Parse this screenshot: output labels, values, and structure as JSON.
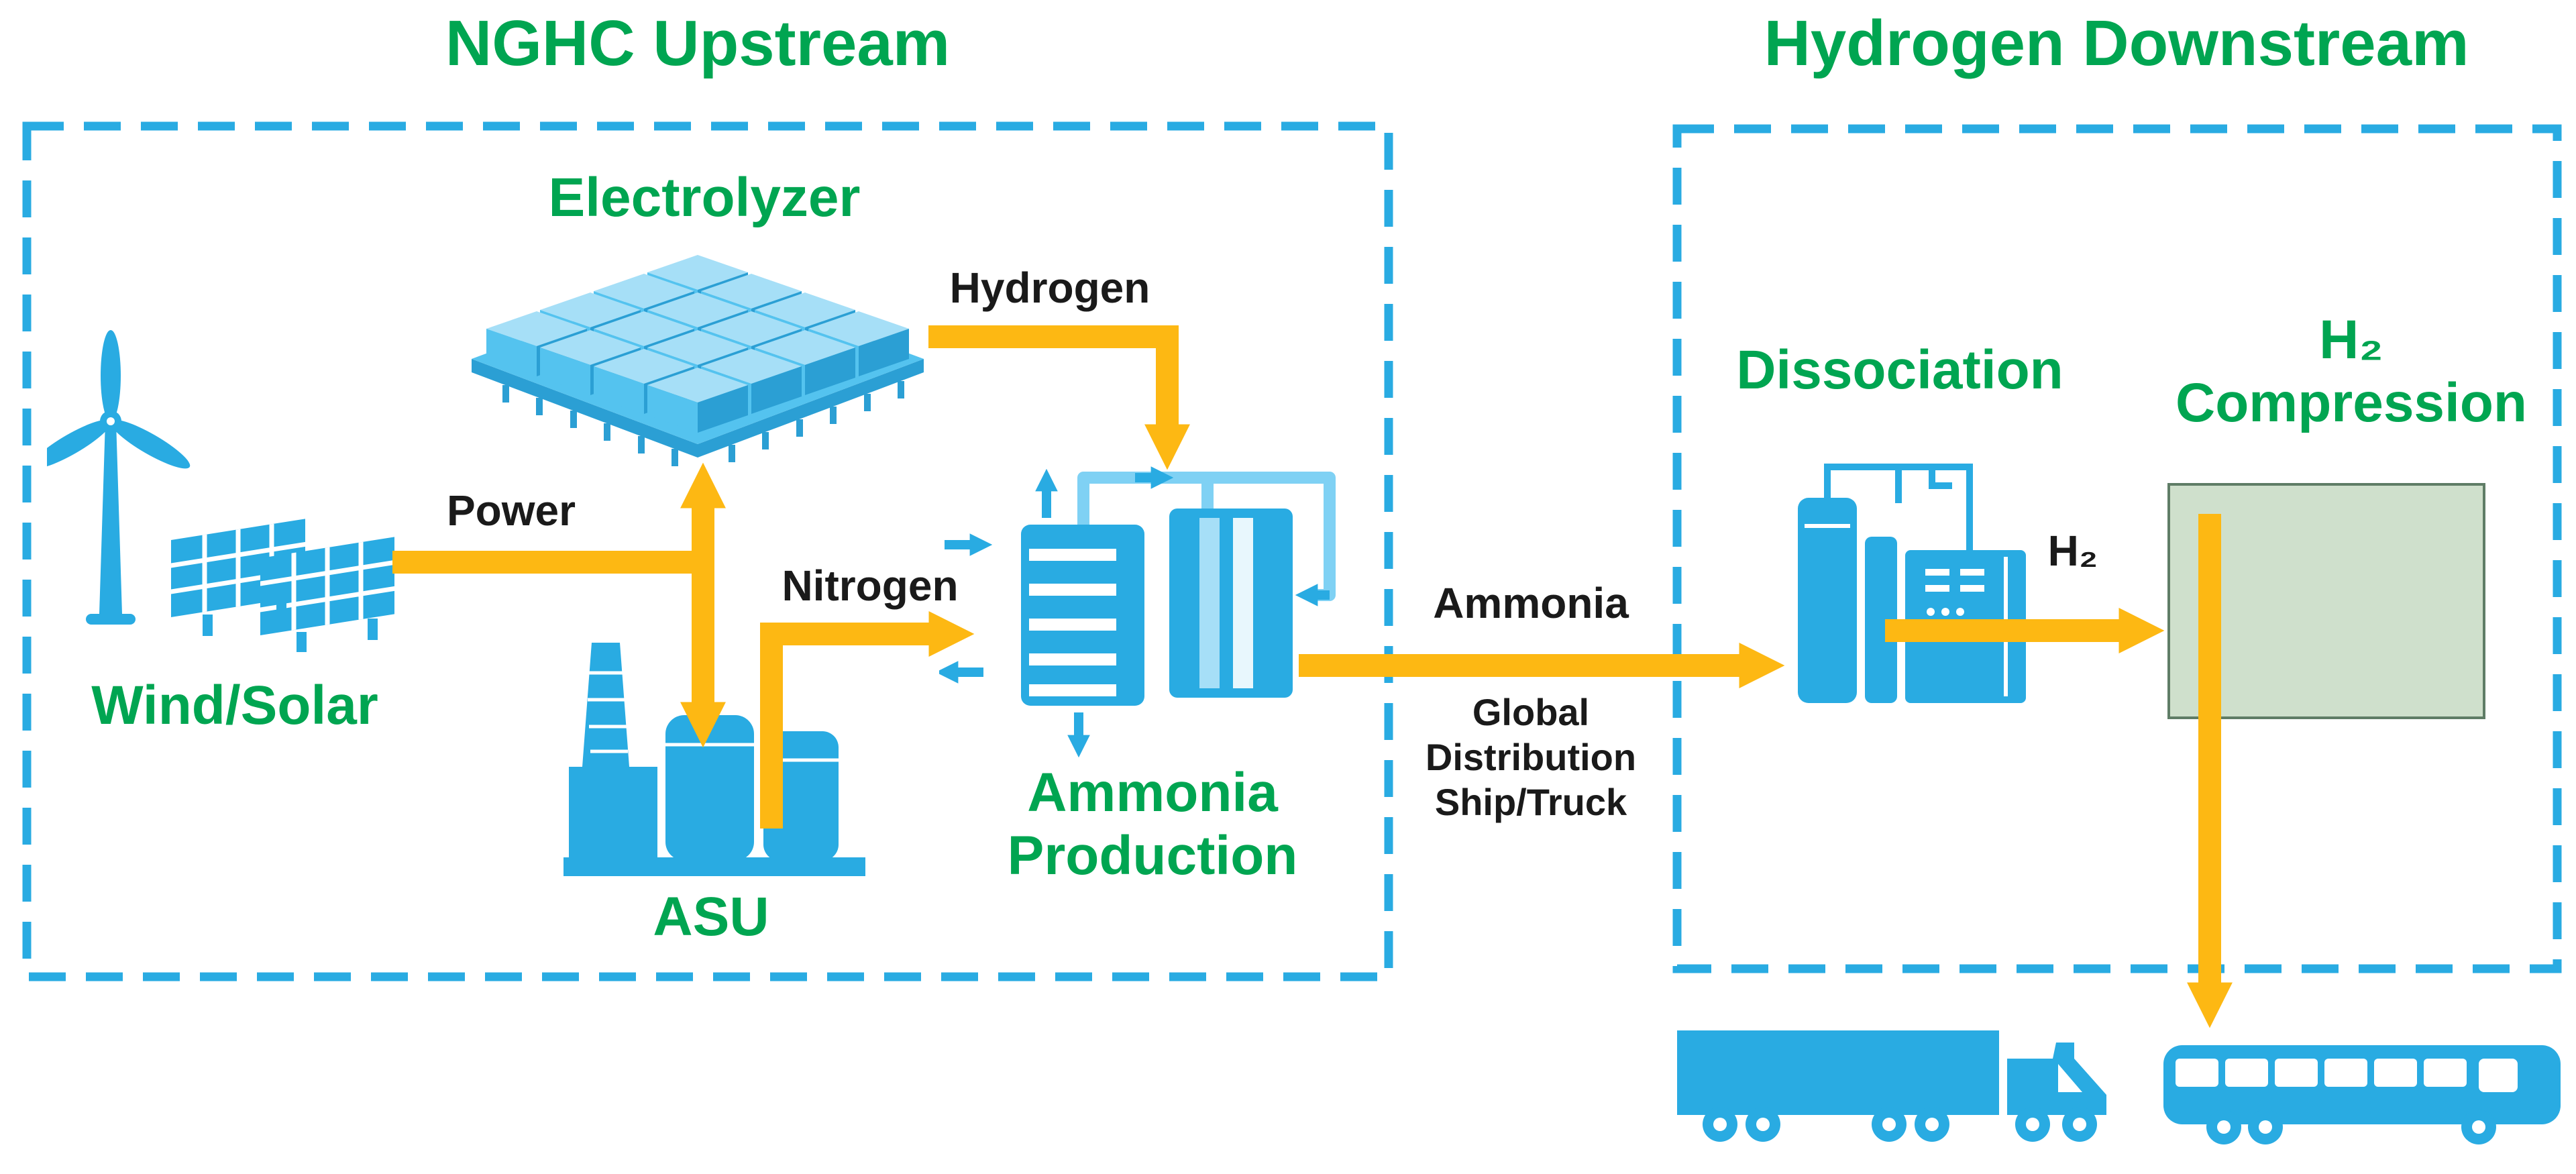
{
  "colors": {
    "green": "#00A551",
    "blue": "#29ABE2",
    "light_blue": "#7FD1F4",
    "pale_blue": "#A6DFF7",
    "yellow": "#FDB813",
    "compression_box_fill": "#CFE0CC",
    "compression_box_border": "#5F7D66",
    "text": "#1A1A1A"
  },
  "titles": {
    "upstream": "NGHC Upstream",
    "downstream": "Hydrogen Downstream"
  },
  "nodes": {
    "electrolyzer": "Electrolyzer",
    "wind_solar": "Wind/Solar",
    "asu": "ASU",
    "ammonia_line1": "Ammonia",
    "ammonia_line2": "Production",
    "dissociation": "Dissociation",
    "h2comp_line1": "H₂",
    "h2comp_line2": "Compression"
  },
  "flows": {
    "power": "Power",
    "hydrogen": "Hydrogen",
    "nitrogen": "Nitrogen",
    "ammonia": "Ammonia",
    "h2": "H₂",
    "dist_line1": "Global",
    "dist_line2": "Distribution",
    "dist_line3": "Ship/Truck"
  },
  "edges": [
    {
      "from": "Wind/Solar",
      "to": "Electrolyzer",
      "label": "Power"
    },
    {
      "from": "Wind/Solar",
      "to": "ASU",
      "label": "Power"
    },
    {
      "from": "Electrolyzer",
      "to": "Ammonia Production",
      "label": "Hydrogen"
    },
    {
      "from": "ASU",
      "to": "Ammonia Production",
      "label": "Nitrogen"
    },
    {
      "from": "Ammonia Production",
      "to": "Dissociation",
      "label": "Ammonia (Global Distribution Ship/Truck)"
    },
    {
      "from": "Dissociation",
      "to": "H₂ Compression",
      "label": "H₂"
    },
    {
      "from": "H₂ Compression",
      "to": "Truck/Bus",
      "label": ""
    }
  ],
  "icons": [
    "wind-turbine-icon",
    "solar-panels-icon",
    "electrolyzer-stack-icon",
    "asu-plant-icon",
    "ammonia-reactor-icon",
    "dissociation-unit-icon",
    "truck-icon",
    "bus-icon"
  ]
}
